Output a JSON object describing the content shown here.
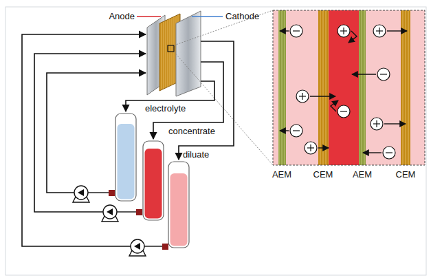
{
  "diagram": {
    "labels": [
      "Anode",
      "Cathode",
      "electrolyte",
      "concentrate",
      "diluate",
      "AEM",
      "CEM",
      "AEM",
      "CEM"
    ]
  }
}
